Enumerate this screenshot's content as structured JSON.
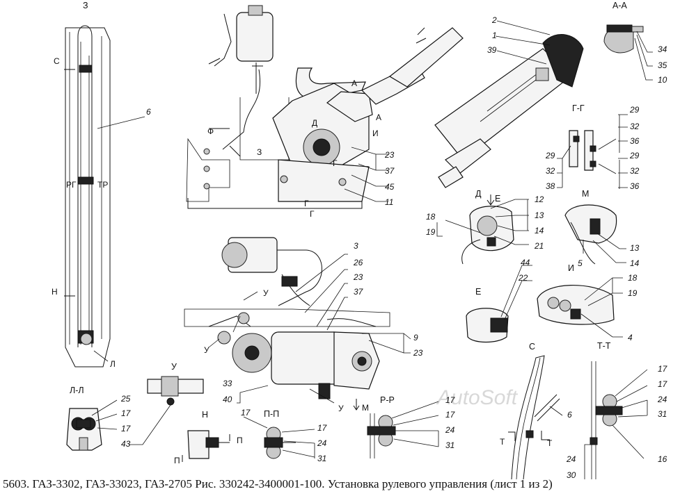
{
  "caption": "5603. ГАЗ-3302, ГАЗ-33023, ГАЗ-2705 Рис. 330242-3400001-100. Установка рулевого управления (лист 1 из 2)",
  "watermark": "AutoSoft",
  "views": {
    "z": "З",
    "aa": "А-А",
    "gg": "Г-Г",
    "d": "Д",
    "e_arrow": "Е",
    "m": "М",
    "e": "Е",
    "i": "И",
    "s": "С",
    "ll": "Л-Л",
    "u": "У",
    "n": "Н",
    "pp": "П-П",
    "rr": "Р-Р",
    "tt": "Т-Т"
  },
  "marks": {
    "c": "С",
    "rg": "РГ",
    "tr": "ТР",
    "n": "Н",
    "l": "Л",
    "a1": "А",
    "a2": "А",
    "d": "Д",
    "i": "И",
    "f": "Ф",
    "z": "З",
    "g1": "Г",
    "g2": "Г",
    "g3": "Г",
    "u1": "У",
    "u2": "У",
    "u3": "У",
    "m": "М",
    "p1": "П",
    "p2": "П",
    "t1": "Т",
    "t2": "Т",
    "gg_g": "Г"
  },
  "numbers": {
    "n6a": "6",
    "n2": "2",
    "n1": "1",
    "n39": "39",
    "n34": "34",
    "n35": "35",
    "n10": "10",
    "n23a": "23",
    "n37a": "37",
    "n45": "45",
    "n11": "11",
    "n29a": "29",
    "n32a": "32",
    "n36a": "36",
    "n29b": "29",
    "n32b": "32",
    "n36b": "36",
    "n29c": "29",
    "n32c": "32",
    "n38": "38",
    "n12": "12",
    "n13a": "13",
    "n14a": "14",
    "n18a": "18",
    "n19a": "19",
    "n21": "21",
    "n13b": "13",
    "n14b": "14",
    "n5": "5",
    "n3": "3",
    "n26": "26",
    "n23b": "23",
    "n37b": "37",
    "n9": "9",
    "n23c": "23",
    "n33": "33",
    "n40": "40",
    "n44": "44",
    "n22": "22",
    "n18b": "18",
    "n19b": "19",
    "n4": "4",
    "n25": "25",
    "n17a": "17",
    "n17b": "17",
    "n43": "43",
    "n17c": "17",
    "n17d": "17",
    "n24a": "24",
    "n31a": "31",
    "n17e": "17",
    "n17f": "17",
    "n24b": "24",
    "n31b": "31",
    "n6b": "6",
    "n17g": "17",
    "n17h": "17",
    "n24c": "24",
    "n31c": "31",
    "n16": "16",
    "n24d": "24",
    "n30": "30"
  }
}
